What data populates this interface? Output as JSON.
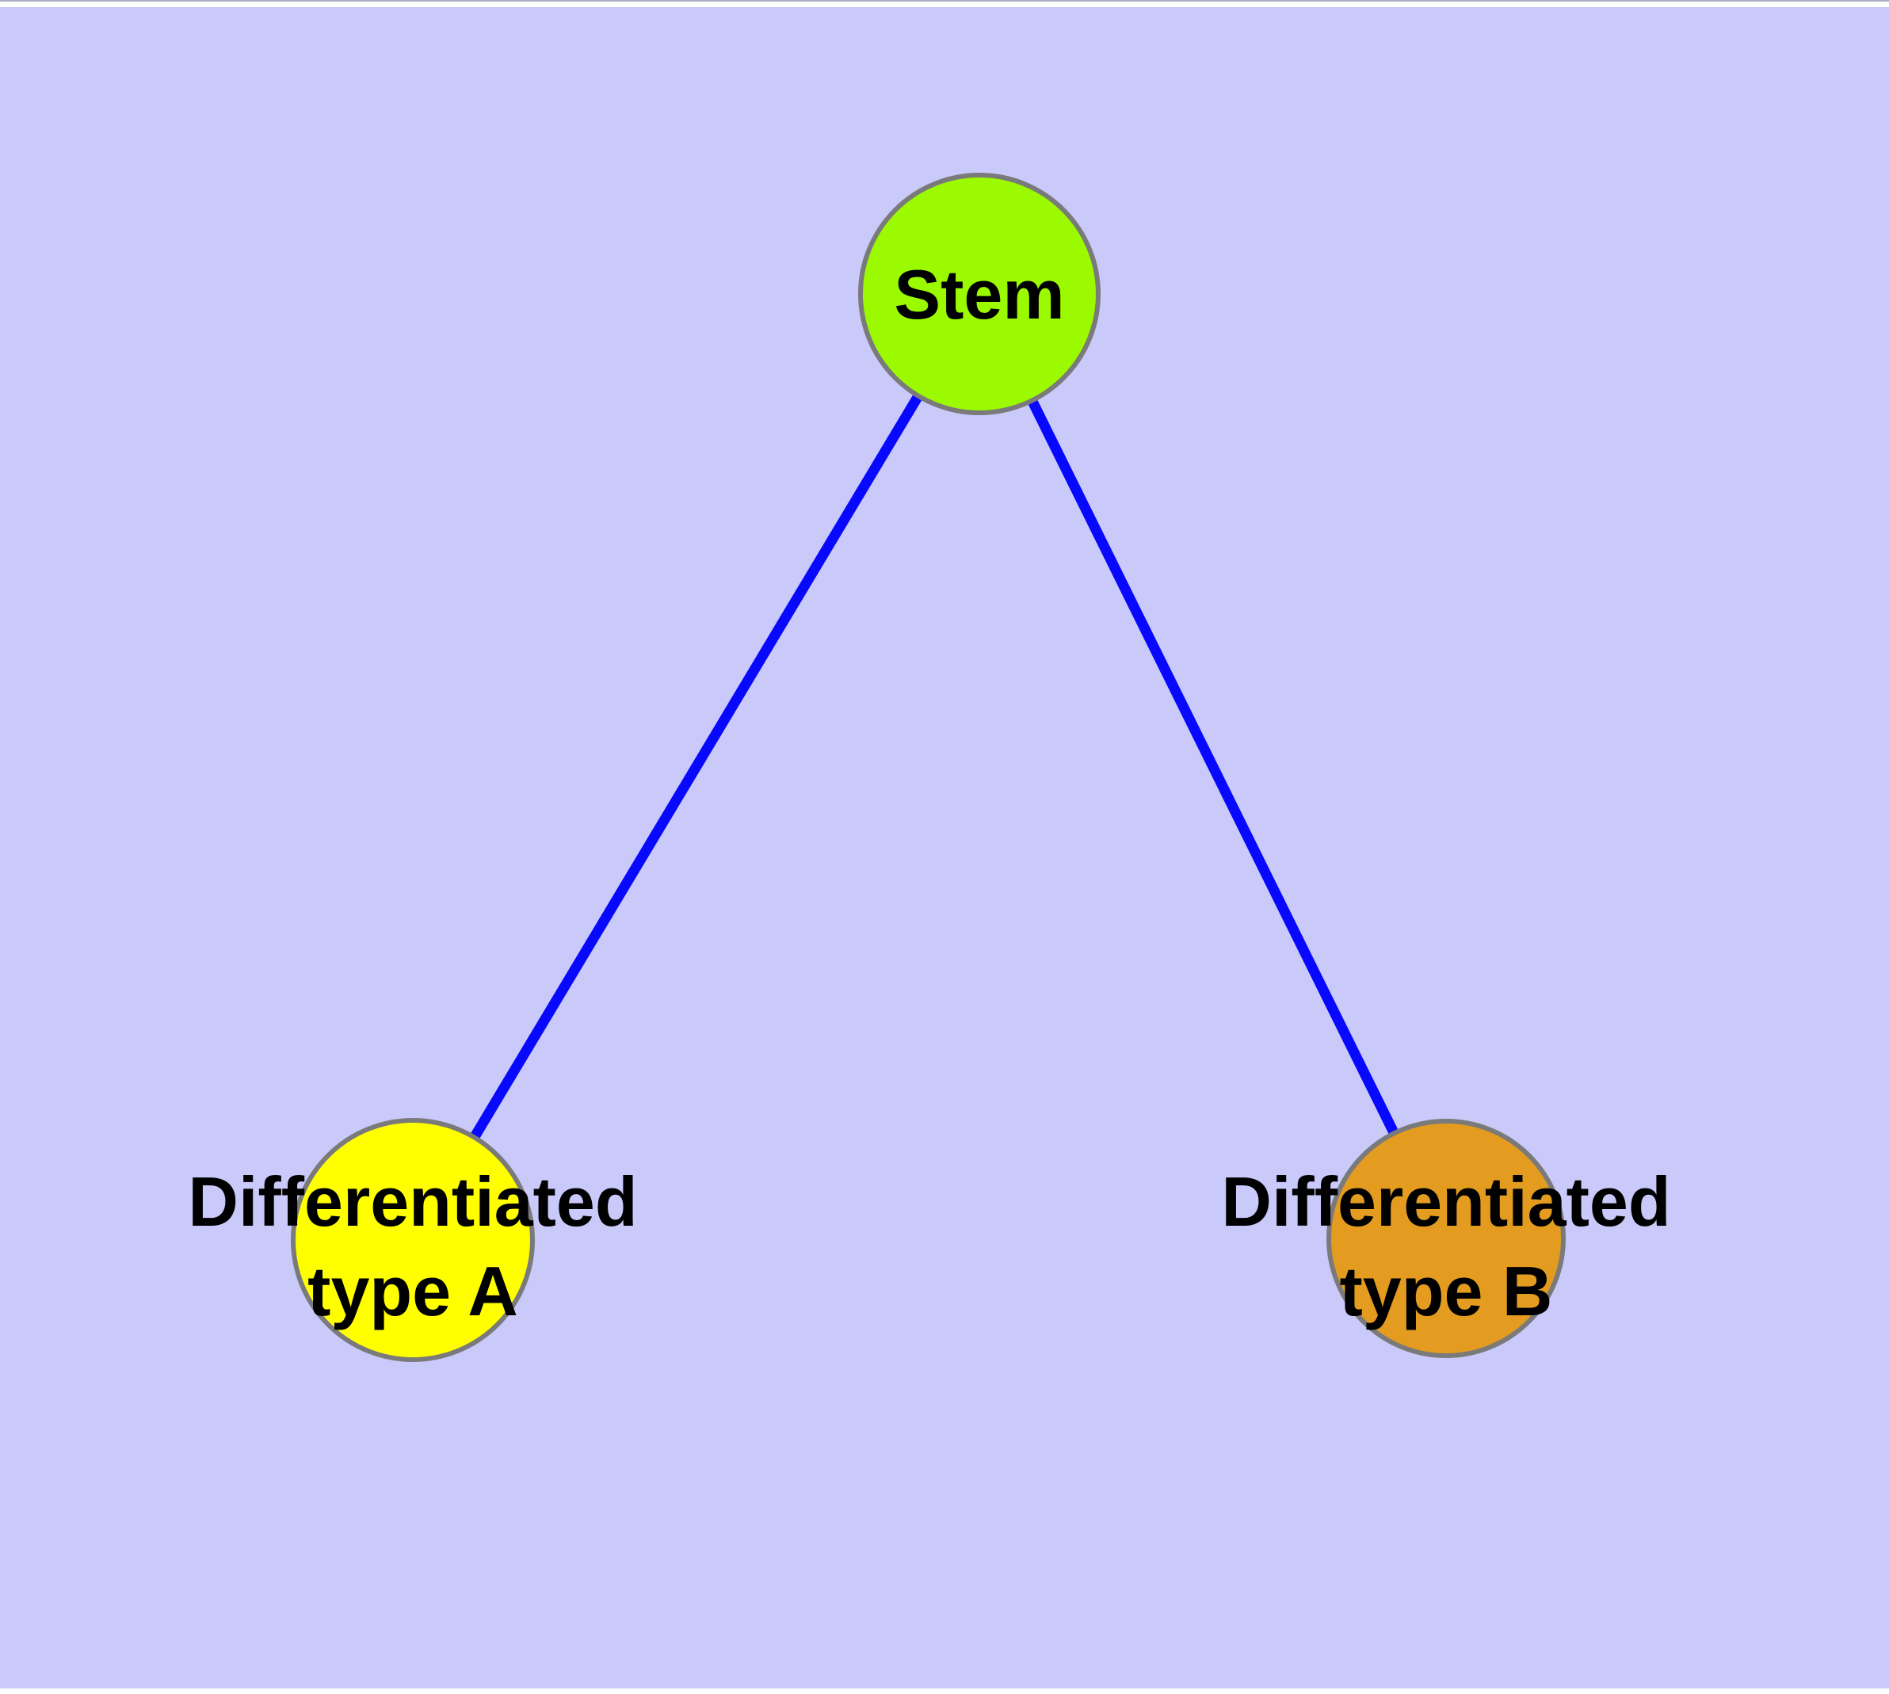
{
  "diagram": {
    "title": "stem cell differentiation graph",
    "background_color": "#C9C9FA",
    "margin_color": "#FFFFFF",
    "top_edge_line_color": "#ABABC4",
    "edge_color": "#0808FF",
    "node_border_color": "#7A7A7A",
    "text_color": "#000000",
    "nodes": [
      {
        "id": "stem",
        "label": "Stem",
        "line1": "Stem",
        "line2": "",
        "fill": "#9BFA00"
      },
      {
        "id": "type-a",
        "label": "Differentiated type A",
        "line1": "Differentiated",
        "line2": "type A",
        "fill": "#FFFF00"
      },
      {
        "id": "type-b",
        "label": "Differentiated type B",
        "line1": "Differentiated",
        "line2": "type B",
        "fill": "#E49C20"
      }
    ],
    "edges": [
      {
        "from": "Stem",
        "to": "Differentiated type A"
      },
      {
        "from": "Stem",
        "to": "Differentiated type B"
      }
    ]
  }
}
